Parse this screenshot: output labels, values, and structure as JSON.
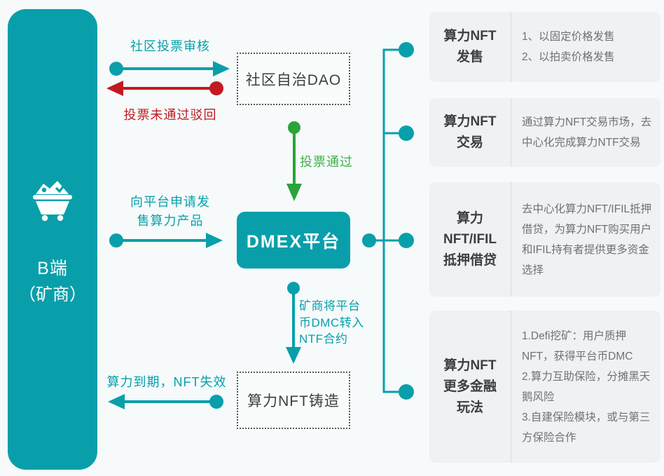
{
  "colors": {
    "teal": "#089fab",
    "red": "#c11a20",
    "green": "#2aa33b",
    "green_text": "#3fb04c",
    "page_bg": "#f6fafa",
    "card_bg": "#eff1f2",
    "card_divider": "#d9dcde",
    "box_border": "#54575b",
    "title_text": "#3b3e43",
    "body_text": "#6e7276",
    "white": "#ffffff"
  },
  "actor": {
    "icon": "mine-cart-icon",
    "name": "B端",
    "subtitle": "（矿商）"
  },
  "nodes": {
    "dao": "社区自治DAO",
    "dmex": "DMEX平台",
    "mint": "算力NFT铸造"
  },
  "edges": {
    "vote_review": "社区投票审核",
    "vote_rejected": "投票未通过驳回",
    "vote_passed": "投票通过",
    "apply": "向平台申请发\n售算力产品",
    "transfer": "矿商将平台\n币DMC转入\nNTF合约",
    "expire": "算力到期，NFT失效"
  },
  "features": [
    {
      "title": "算力NFT\n发售",
      "body": "1、以固定价格发售\n2、以拍卖价格发售"
    },
    {
      "title": "算力NFT\n交易",
      "body": "通过算力NFT交易市场，去中心化完成算力NTF交易"
    },
    {
      "title": "算力\nNFT/IFIL\n抵押借贷",
      "body": "去中心化算力NFT/IFIL抵押借贷，为算力NFT购买用户和IFIL持有者提供更多资金选择"
    },
    {
      "title": "算力NFT\n更多金融\n玩法",
      "body": "1.Defi挖矿：用户质押NFT，获得平台币DMC\n2.算力互助保险，分摊黑天鹅风险\n3.自建保险模块，或与第三方保险合作"
    }
  ]
}
